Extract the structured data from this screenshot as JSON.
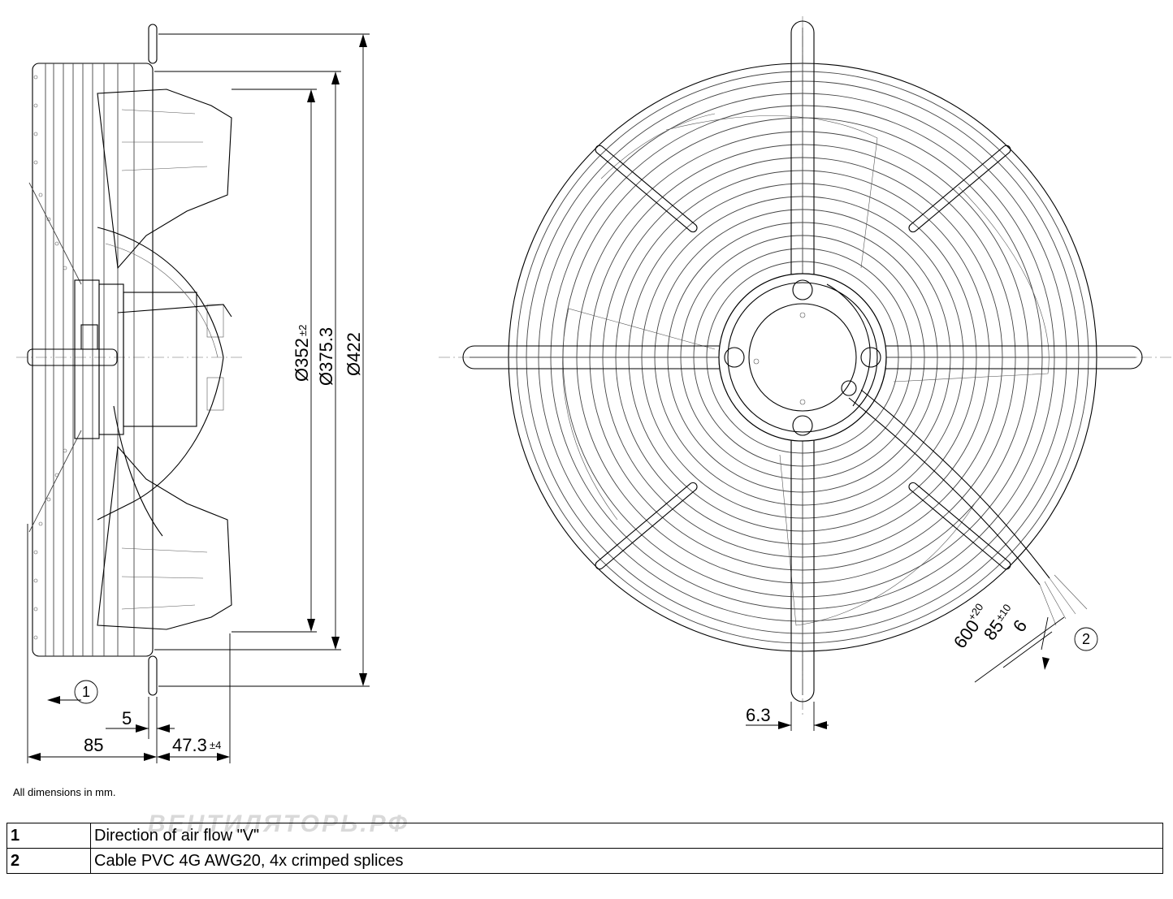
{
  "side_view": {
    "dims": {
      "d352": "Ø352",
      "d352_tol": "±2",
      "d375": "Ø375.3",
      "d422": "Ø422",
      "w85": "85",
      "w5": "5",
      "w47": "47.3",
      "w47_tol": "±4"
    },
    "callout_1": "1"
  },
  "front_view": {
    "dims": {
      "d6_3": "6.3",
      "d6": "6",
      "d85": "85",
      "d85_tol": "±10",
      "d600": "600",
      "d600_tol": "+20"
    },
    "callout_2": "2"
  },
  "note": "All dimensions in mm.",
  "legend": [
    {
      "num": "1",
      "text": "Direction of air flow \"V\""
    },
    {
      "num": "2",
      "text": "Cable PVC 4G AWG20, 4x crimped splices"
    }
  ],
  "watermark": "ВЕНТИЛЯТОРЬ.РФ"
}
